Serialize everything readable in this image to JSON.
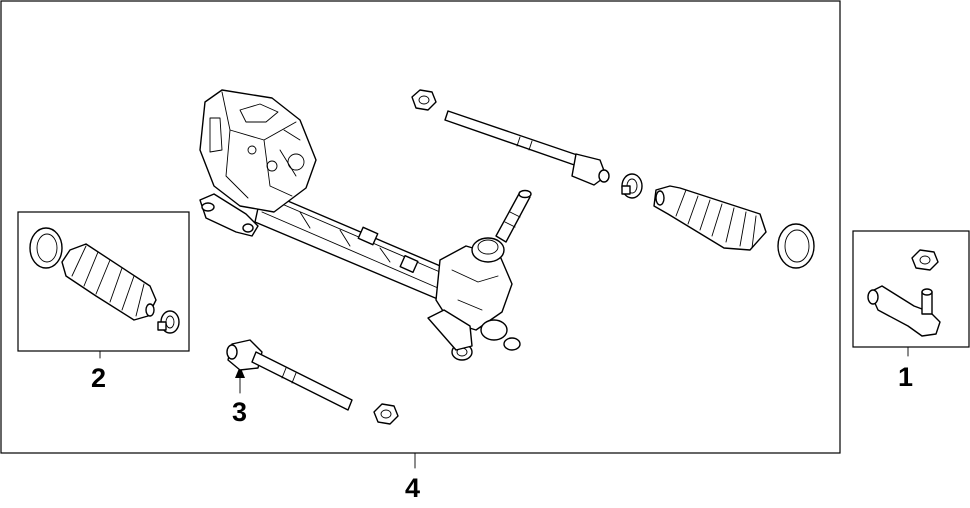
{
  "callouts": {
    "c1": "1",
    "c2": "2",
    "c3": "3",
    "c4": "4"
  },
  "icons": {
    "rack": "steering-rack-assembly-icon",
    "tie_rod": "inner-tie-rod-icon",
    "boot": "rack-boot-icon",
    "tie_rod_end": "outer-tie-rod-end-icon",
    "nut": "hex-nut-icon",
    "clamp": "boot-clamp-icon"
  }
}
